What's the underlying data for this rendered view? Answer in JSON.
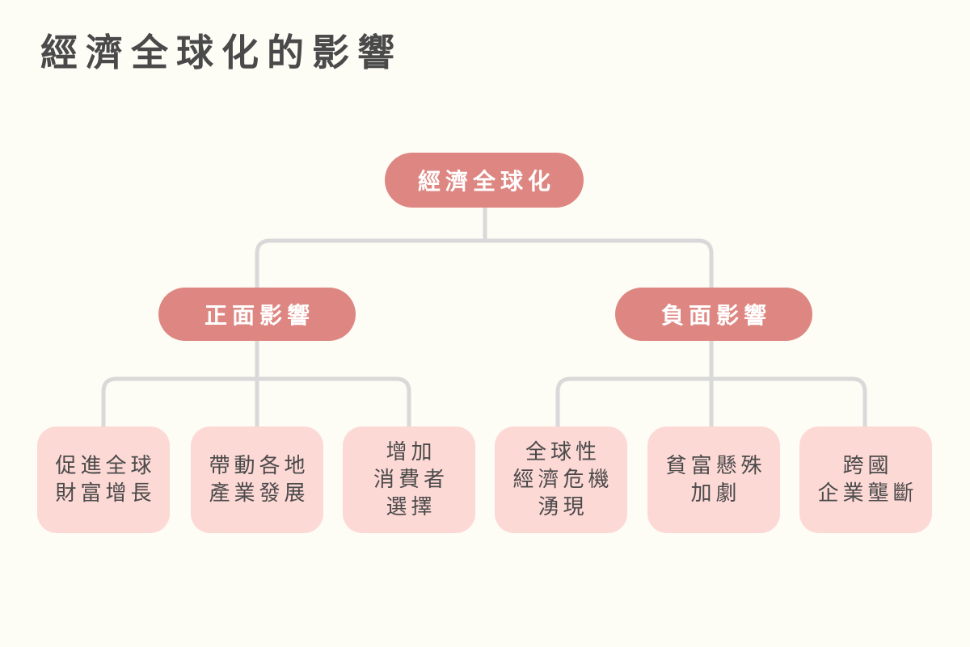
{
  "title": "經濟全球化的影響",
  "root": {
    "label": "經濟全球化"
  },
  "branches": [
    {
      "label": "正面影響",
      "leaves": [
        {
          "text": "促進全球\n財富增長"
        },
        {
          "text": "帶動各地\n產業發展"
        },
        {
          "text": "增加\n消費者\n選擇"
        }
      ]
    },
    {
      "label": "負面影響",
      "leaves": [
        {
          "text": "全球性\n經濟危機\n湧現"
        },
        {
          "text": "貧富懸殊\n加劇"
        },
        {
          "text": "跨國\n企業壟斷"
        }
      ]
    }
  ],
  "colors": {
    "background": "#fdfcf5",
    "title": "#4a4a4a",
    "pill": "#de8782",
    "pill_text": "#ffffff",
    "leaf": "#fdd9d6",
    "leaf_text": "#4a4a4a",
    "connector": "#d9d9d9"
  }
}
